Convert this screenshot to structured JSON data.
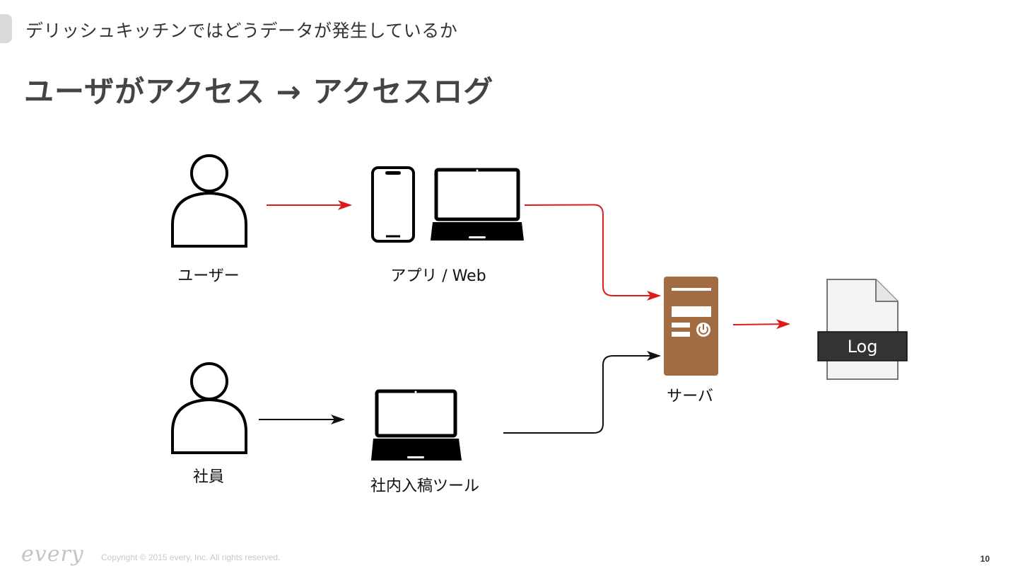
{
  "header": {
    "subtitle": "デリッシュキッチンではどうデータが発生しているか",
    "title": "ユーザがアクセス → アクセスログ"
  },
  "nodes": {
    "user": "ユーザー",
    "app_web": "アプリ / Web",
    "employee": "社員",
    "internal_tool": "社内入稿ツール",
    "server": "サーバ",
    "log": "Log"
  },
  "colors": {
    "user_flow": "#e01a1a",
    "employee_flow": "#111111",
    "server": "#a36b41",
    "log_label_bg": "#333333"
  },
  "footer": {
    "logo": "every",
    "copyright": "Copyright © 2015 every, Inc. All rights reserved.",
    "page_number": "10"
  }
}
